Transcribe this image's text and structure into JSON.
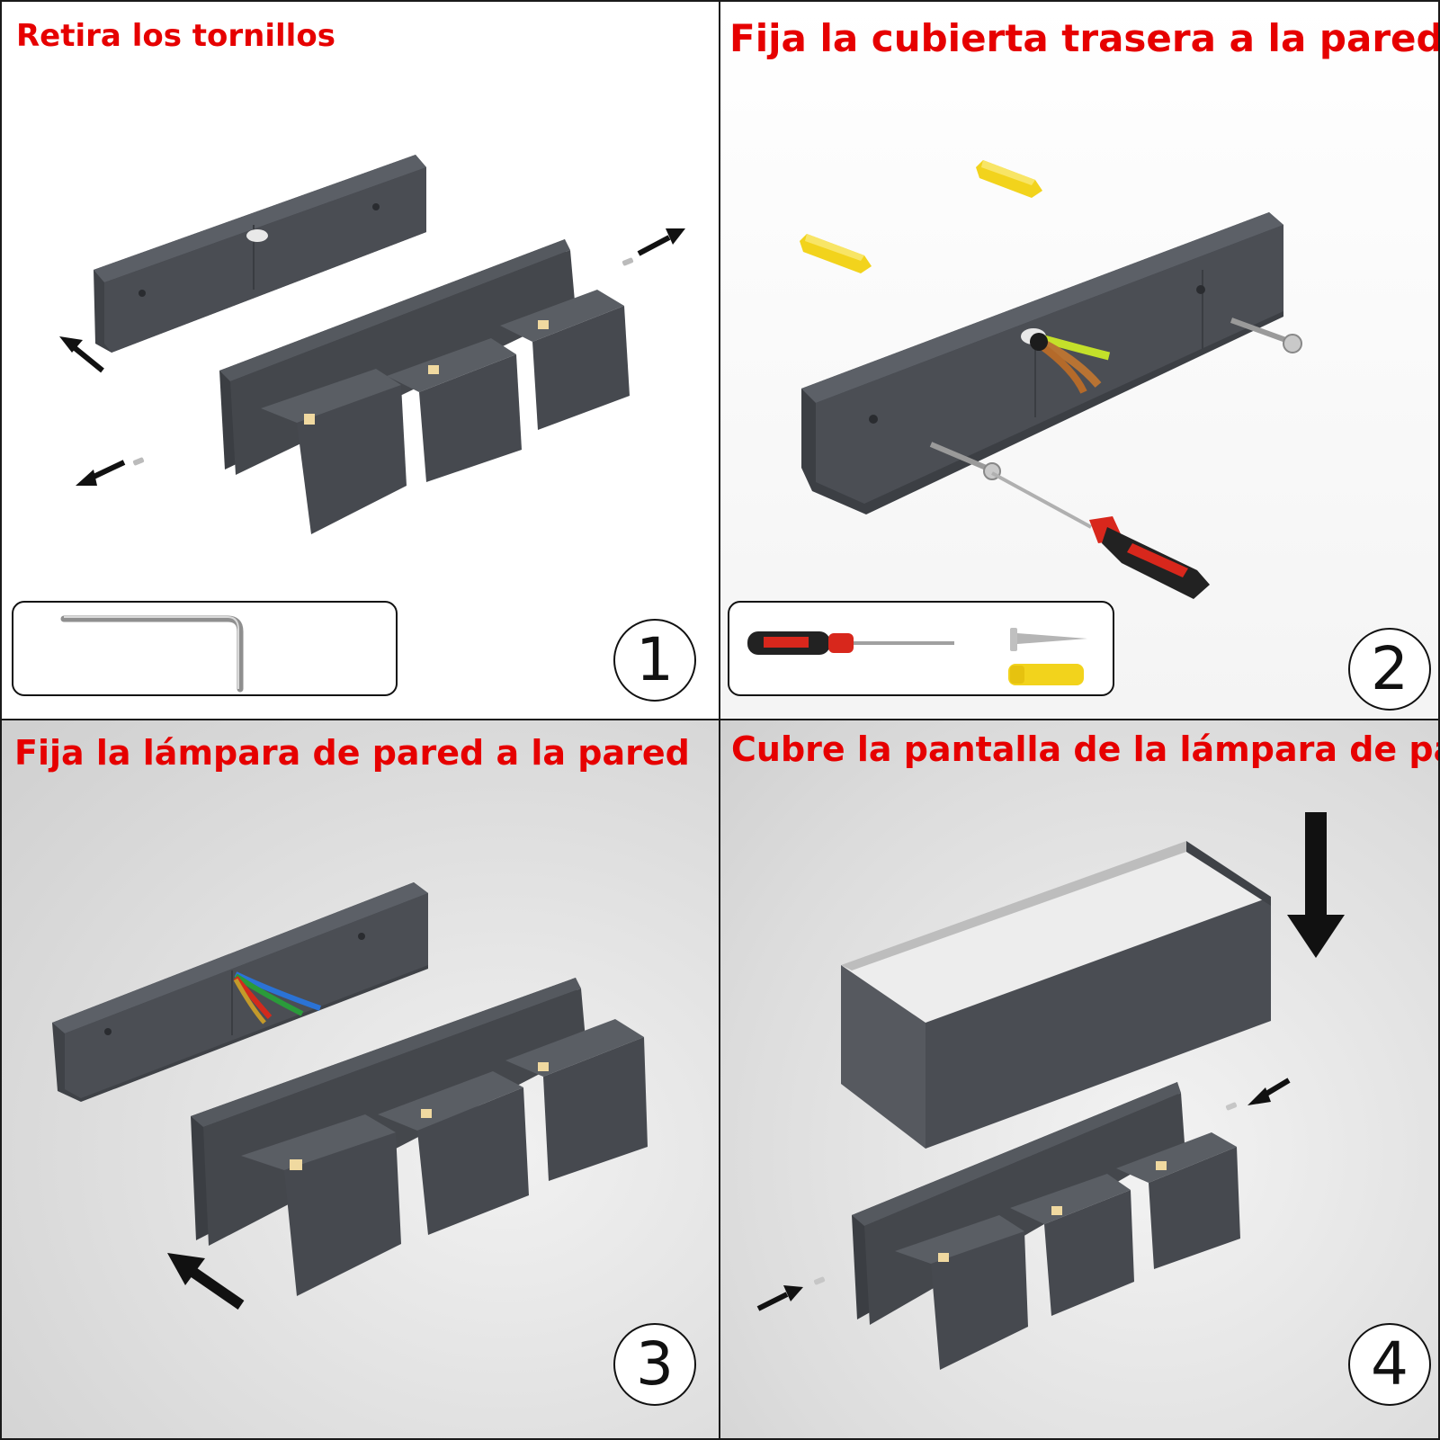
{
  "steps": [
    {
      "number": "1",
      "title": "Retira los tornillos",
      "tools": [
        "hex-key"
      ]
    },
    {
      "number": "2",
      "title": "Fija la cubierta trasera a la pared",
      "tools": [
        "screwdriver",
        "screw",
        "wall-plug"
      ]
    },
    {
      "number": "3",
      "title": "Fija la lámpara de pared a la pared",
      "tools": []
    },
    {
      "number": "4",
      "title": "Cubre la pantalla de la lámpara de pared",
      "tools": []
    }
  ],
  "colors": {
    "title_red": "#e60000",
    "housing_dark_grey": "#4a4d53",
    "plug_yellow": "#f2d31c",
    "handle_red": "#d8271c"
  }
}
